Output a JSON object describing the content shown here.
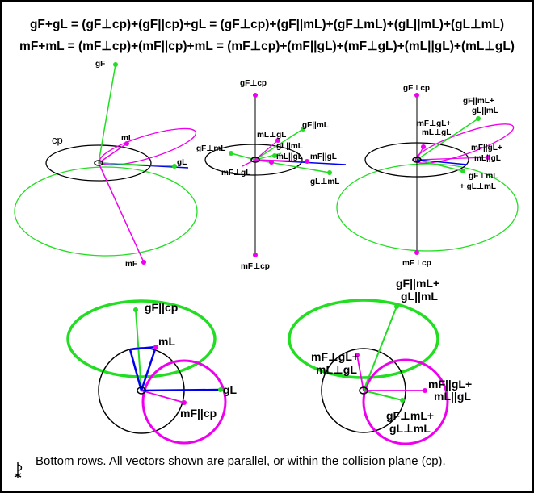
{
  "equations": {
    "line1": "gF+gL = (gF⊥cp)+(gF||cp)+gL =  (gF⊥cp)+(gF||mL)+(gF⊥mL)+(gL||mL)+(gL⊥mL)",
    "line2": "mF+mL = (mF⊥cp)+(mF||cp)+mL = (mF⊥cp)+(mF||gL)+(mF⊥gL)+(mL||gL)+(mL⊥gL)"
  },
  "top_left": {
    "gF": "gF",
    "cp": "cp",
    "mL": "mL",
    "gL": "gL",
    "mF": "mF"
  },
  "top_middle": {
    "gF_perp_cp": "gF⊥cp",
    "gF_par_mL": "gF||mL",
    "mL_perp_gL": "mL⊥gL",
    "gL_par_mL": "gL||mL",
    "mL_par_gL": "mL||gL",
    "mF_par_gL": "mF||gL",
    "gF_perp_mL": "gF⊥mL",
    "mF_perp_gL": "mF⊥gL",
    "gL_perp_mL": "gL⊥mL",
    "mF_perp_cp": "mF⊥cp"
  },
  "top_right": {
    "gF_perp_cp": "gF⊥cp",
    "gF_par_mL_l1": "gF||mL+",
    "gF_par_mL_l2": "gL||mL",
    "mF_perp_gL_l1": "mF⊥gL+",
    "mF_perp_gL_l2": "mL⊥gL",
    "mF_par_gL_l1": "mF||gL+",
    "mF_par_gL_l2": "mL||gL",
    "gF_perp_mL_l1": "gF⊥mL",
    "gF_perp_mL_l2": "+ gL⊥mL",
    "mF_perp_cp": "mF⊥cp"
  },
  "bottom_left": {
    "gF_par_cp": "gF||cp",
    "mL": "mL",
    "gL": "gL",
    "mF_par_cp": "mF||cp"
  },
  "bottom_right": {
    "gF_par_mL_l1": "gF||mL+",
    "gF_par_mL_l2": "gL||mL",
    "mF_perp_gL_l1": "mF⊥gL+",
    "mF_perp_gL_l2": "mL⊥gL",
    "mF_par_gL_l1": "mF||gL+",
    "mF_par_gL_l2": "mL||gL",
    "gF_perp_mL_l1": "gF⊥mL+",
    "gF_perp_mL_l2": "gL⊥mL"
  },
  "caption": "Bottom rows. All vectors shown are parallel, or within the collision plane (cp).",
  "colors": {
    "green": "#22dd22",
    "magenta": "#ee00ee",
    "blue": "#0000ee",
    "black": "#000000"
  }
}
